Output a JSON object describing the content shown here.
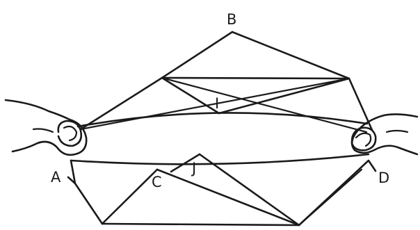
{
  "labels": {
    "b": "B",
    "i": "I",
    "a": "A",
    "c": "C",
    "j": "J",
    "d": "D"
  }
}
